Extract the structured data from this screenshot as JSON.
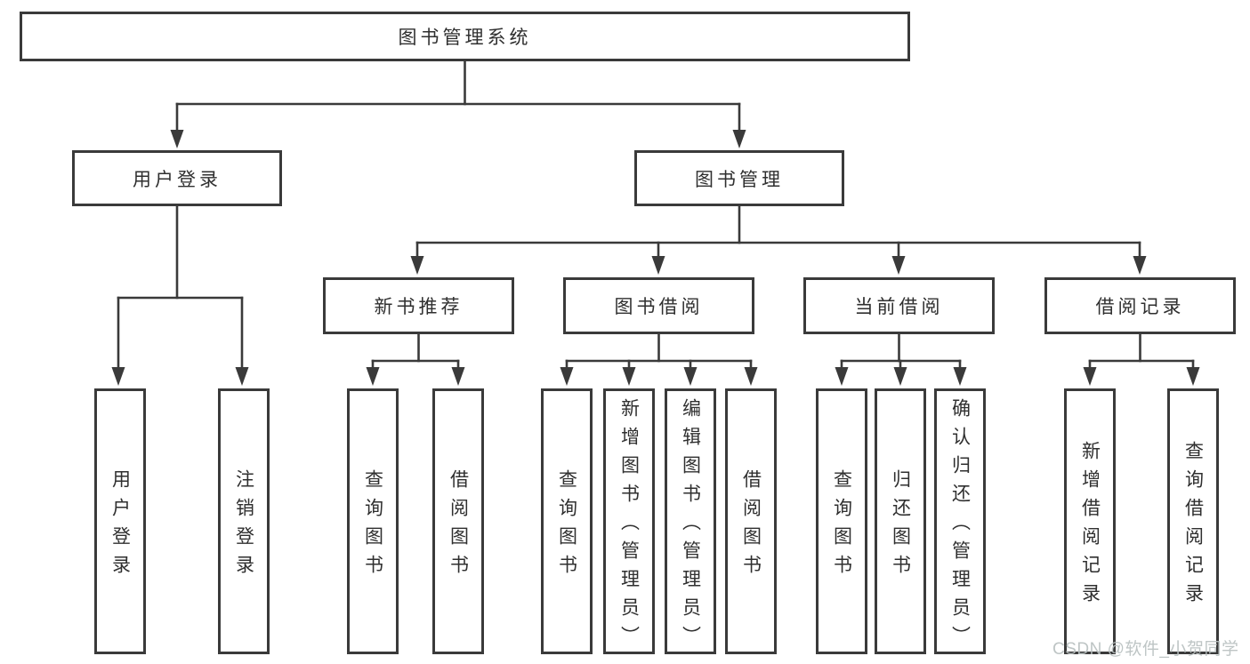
{
  "root_label": "图书管理系统",
  "branch_user": {
    "label": "用户登录",
    "children": [
      "用户登录",
      "注销登录"
    ]
  },
  "branch_books": {
    "label": "图书管理"
  },
  "sections": [
    {
      "label": "新书推荐",
      "children": [
        "查询图书",
        "借阅图书"
      ]
    },
    {
      "label": "图书借阅",
      "children": [
        "查询图书",
        "新增图书（管理员）",
        "编辑图书（管理员）",
        "借阅图书"
      ]
    },
    {
      "label": "当前借阅",
      "children": [
        "查询图书",
        "归还图书",
        "确认归还（管理员）"
      ]
    },
    {
      "label": "借阅记录",
      "children": [
        "新增借阅记录",
        "查询借阅记录"
      ]
    }
  ],
  "watermark": "CSDN @软件_小贺同学",
  "colors": {
    "line": "#3a3a3a",
    "box_border": "#3a3a3a",
    "text": "#2f2f2f",
    "watermark": "#b9c0c0",
    "background": "#ffffff"
  }
}
